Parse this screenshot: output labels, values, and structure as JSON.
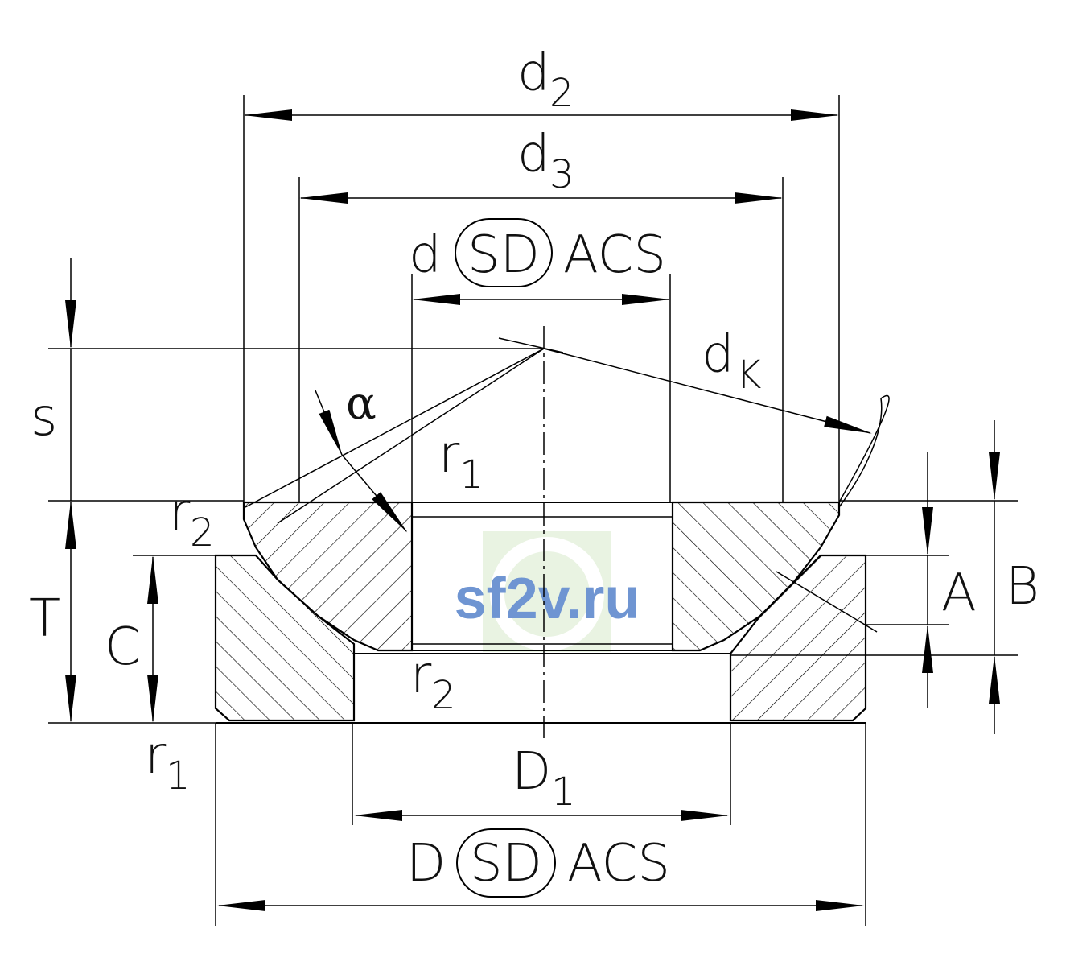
{
  "labels": {
    "d2": "d",
    "d2_sub": "2",
    "d3": "d",
    "d3_sub": "3",
    "d_bore": "d",
    "dk": "d",
    "dk_sub": "K",
    "alpha": "α",
    "s": "s",
    "r1_top": "r",
    "r1_top_sub": "1",
    "r2_left": "r",
    "r2_left_sub": "2",
    "T": "T",
    "C": "C",
    "A": "A",
    "B": "B",
    "r2_bottom": "r",
    "r2_bottom_sub": "2",
    "r1_bottom": "r",
    "r1_bottom_sub": "1",
    "D1": "D",
    "D1_sub": "1",
    "D_outer": "D"
  },
  "tolerance_badges": {
    "bore": {
      "symbol": "SD",
      "code": "ACS"
    },
    "outer": {
      "symbol": "SD",
      "code": "ACS"
    }
  },
  "watermark": {
    "text": "sf2v.ru",
    "color": "#6f95d2"
  }
}
